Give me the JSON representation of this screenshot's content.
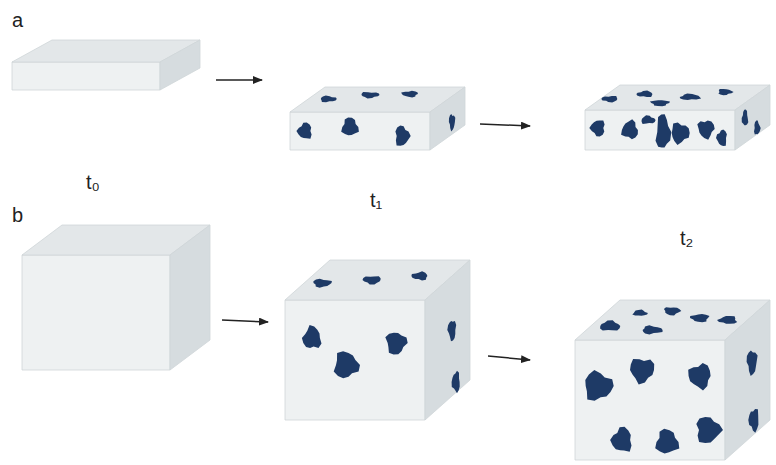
{
  "diagram": {
    "labels": [
      "a",
      "b",
      "t₀",
      "t₁",
      "t₂"
    ]
  }
}
